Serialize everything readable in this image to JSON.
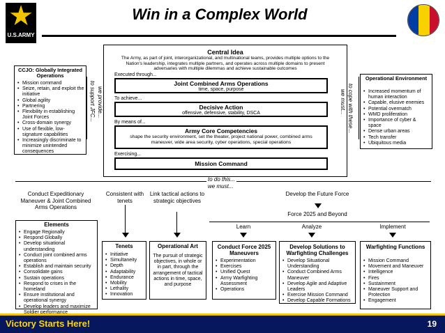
{
  "header": {
    "title": "Win in a Complex World",
    "logo_text": "U.S.ARMY",
    "logo_icon": "army-star-icon",
    "emblem_colors": [
      "#003da5",
      "#f7d100",
      "#c8102e"
    ]
  },
  "central": {
    "title": "Central Idea",
    "text": "The Army, as part of joint, interorganizational, and multinational teams, provides multiple options to the Nation's leadership, integrates multiple partners, and operates across multiple domains to present adversaries with multiple dilemmas and achieve sustainable outcomes",
    "executed": "Executed through...",
    "jca_title": "Joint Combined Arms Operations",
    "jca_sub": "time, space, purpose",
    "to_achieve": "To achieve...",
    "da_title": "Decisive Action",
    "da_sub": "offensive, defensive, stability, DSCA",
    "by_means": "By means of...",
    "acc_title": "Army Core Competencies",
    "acc_sub": "shape the security environment, set the theater, project national power, combined arms maneuver, wide area security, cyber operations, special operations",
    "exercising": "Exercising...",
    "mc_title": "Mission Command",
    "to_do_this": "to do this...",
    "we_must": "we must..."
  },
  "left_panel": {
    "title": "CCJO: Globally Integrated Operations",
    "items": [
      "Mission command",
      "Seize, retain, and exploit the initiative",
      "Global agility",
      "Partnering",
      "Flexibility in establishing Joint Forces",
      "Cross-domain synergy",
      "Use of flexible, low-signature capabilities",
      "Increasingly discriminate to minimize unintended consequences"
    ],
    "vert1": "to support JFC...",
    "vert2": "we provide..."
  },
  "right_panel": {
    "title": "Operational Environment",
    "items": [
      "Increased momentum of human interaction",
      "Capable, elusive enemies",
      "Potential overmatch",
      "WMD proliferation",
      "Importance of cyber & space",
      "Dense urban areas",
      "Tech transfer",
      "Ubiquitous media"
    ],
    "vert1": "to cope with these...",
    "vert2": "we must..."
  },
  "bottom": {
    "col1_head": "Conduct Expeditionary Maneuver & Joint Combined Arms Operations",
    "col2_head": "Consistent with tenets",
    "col3_head": "Link tactical actions to strategic objectives",
    "col4_head": "Develop the Future Force",
    "force": "Force 2025 and Beyond",
    "learn": "Learn",
    "analyze": "Analyze",
    "implement": "Implement",
    "elements_title": "Elements",
    "elements": [
      "Engage Regionally",
      "Respond Globally",
      "Develop situational understanding",
      "Conduct joint combined arms operations",
      "Establish and maintain security",
      "Consolidate gains",
      "Sustain operations",
      "Respond to crises in the homeland",
      "Ensure institutional and operational synergy",
      "Develop leaders and maximize Soldier performance"
    ],
    "tenets_title": "Tenets",
    "tenets": [
      "Initiative",
      "Simultaneity",
      "Depth",
      "Adaptability",
      "Endurance",
      "Mobility",
      "Lethality",
      "Innovation"
    ],
    "opart_title": "Operational Art",
    "opart_text": "The pursuit of strategic objectives, in whole or in part, through the arrangement of tactical actions in time, space, and purpose",
    "cf_title": "Conduct Force 2025 Maneuvers",
    "cf_items": [
      "Experimentation",
      "Exercises",
      "Unified Quest",
      "Army Warfighting Assessment",
      "Operations"
    ],
    "ds_title": "Develop Solutions to Warfighting Challenges",
    "ds_items": [
      "Develop Situational Understanding",
      "Conduct Combined Arms Maneuver",
      "Develop Agile and Adaptive Leaders",
      "Exercise Mission Command",
      "Develop Capable Formations"
    ],
    "wf_title": "Warfighting Functions",
    "wf_items": [
      "Mission Command",
      "Movement and Maneuver",
      "Intelligence",
      "Fires",
      "Sustainment",
      "Maneuver Support and Protection",
      "Engagement"
    ]
  },
  "footer": {
    "slogan": "Victory Starts Here!",
    "page": "19"
  }
}
